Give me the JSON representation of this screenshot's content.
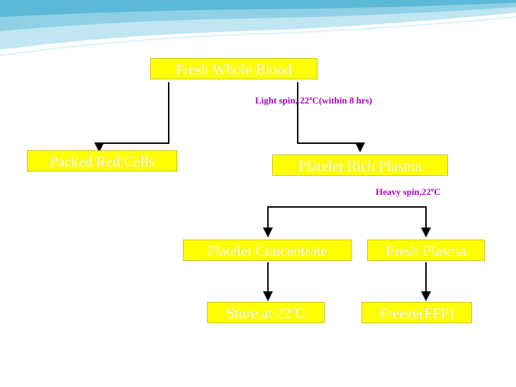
{
  "flowchart": {
    "nodes": {
      "fresh_whole_blood": "Fresh Whole Blood",
      "packed_red_cells": "Packed Red Cells",
      "platelet_rich_plasma": "Platelet Rich Plasma",
      "platelet_concentrate": "Platelet Concentrate",
      "fresh_plasma": "Fresh Plasma",
      "store_at_22c": "Store at 22ºC",
      "freeze_ffp": "Freeze(FFP)"
    },
    "notes": {
      "light_spin": "Light spin,  22ºC(within 8 hrs)",
      "heavy_spin": "Heavy spin,22ºC"
    },
    "edges": [
      [
        "Fresh Whole Blood",
        "Packed Red Cells"
      ],
      [
        "Fresh Whole Blood",
        "Platelet Rich Plasma"
      ],
      [
        "Platelet Rich Plasma",
        "Platelet Concentrate"
      ],
      [
        "Platelet Rich Plasma",
        "Fresh Plasma"
      ],
      [
        "Platelet Concentrate",
        "Store at 22ºC"
      ],
      [
        "Fresh Plasma",
        "Freeze(FFP)"
      ]
    ]
  },
  "colors": {
    "box_fill": "#ffff00",
    "box_text": "#ffffff",
    "note_text": "#b000c0",
    "connector": "#000000",
    "wave_dark": "#5bb8d6",
    "wave_light": "#bfe6f1"
  }
}
